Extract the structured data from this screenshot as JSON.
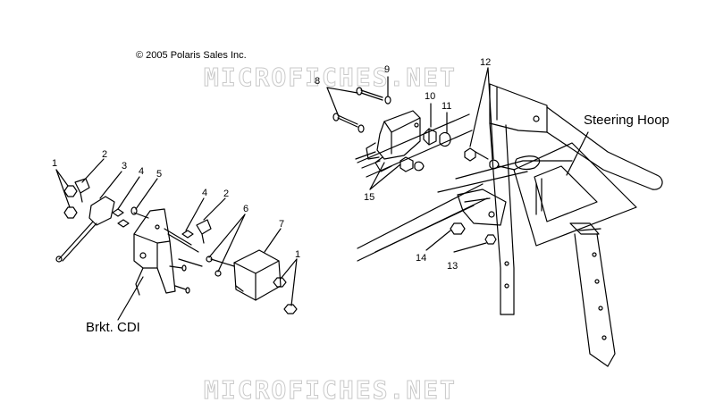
{
  "copyright": "© 2005 Polaris Sales Inc.",
  "watermark": "MICROFICHES.NET",
  "labels": {
    "steering_hoop": "Steering Hoop",
    "brkt_cdi": "Brkt. CDI"
  },
  "callouts": {
    "c1_left": "1",
    "c2_left": "2",
    "c3": "3",
    "c4_left": "4",
    "c5": "5",
    "c4_mid": "4",
    "c2_mid": "2",
    "c6": "6",
    "c7": "7",
    "c1_right": "1",
    "c8": "8",
    "c9": "9",
    "c10": "10",
    "c11": "11",
    "c12": "12",
    "c13": "13",
    "c14": "14",
    "c15": "15"
  },
  "colors": {
    "line": "#000000",
    "watermark_outline": "#c9c9c9",
    "background": "#ffffff"
  }
}
